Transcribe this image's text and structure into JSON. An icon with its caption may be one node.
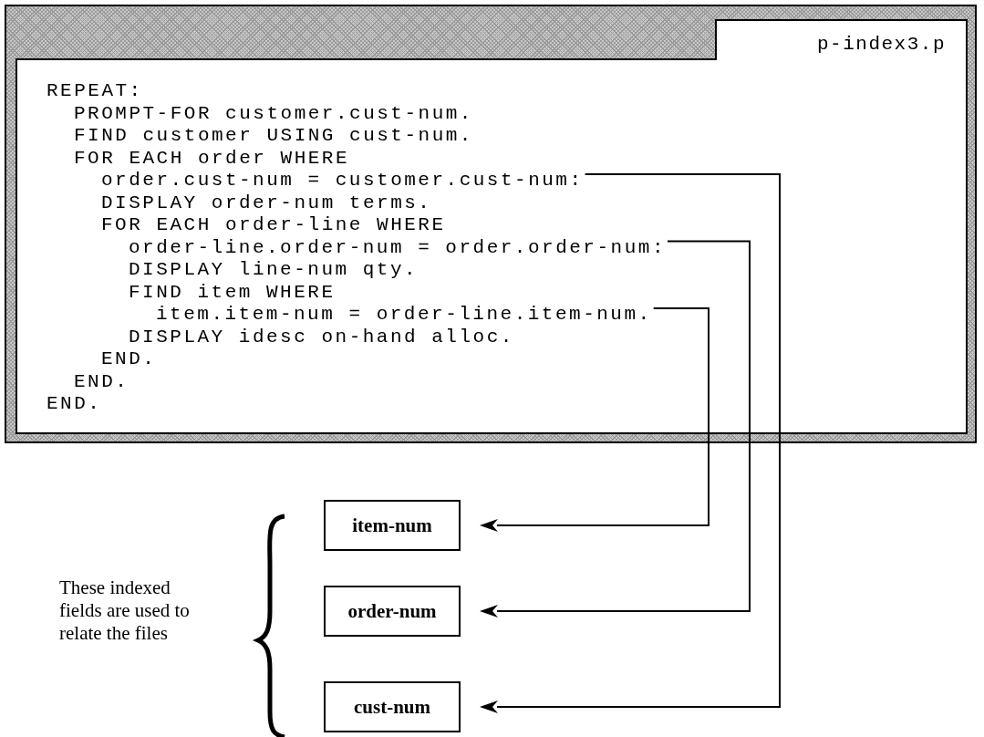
{
  "diagram": {
    "nodes": [
      {
        "text": [
          "p-index3.p"
        ]
      },
      {
        "text": [
          "order.cust-num = customer.cust-num:"
        ],
        "in": 0
      },
      {
        "text": [
          "order-line.order-num = order.order-num:"
        ],
        "in": 0
      },
      {
        "text": [
          "item.item-num = order-line.item-num."
        ],
        "in": 0
      },
      {
        "text": [
          "item-num"
        ]
      },
      {
        "text": [
          "order-num"
        ]
      },
      {
        "text": [
          "cust-num"
        ]
      }
    ],
    "edges": [
      {
        "from": 1,
        "to": 6,
        "arrow": "to"
      },
      {
        "from": 2,
        "to": 5,
        "arrow": "to"
      },
      {
        "from": 3,
        "to": 4,
        "arrow": "to"
      }
    ],
    "labels": [
      "REPEAT:",
      "PROMPT-FOR customer.cust-num.",
      "FIND customer USING cust-num.",
      "FOR EACH order WHERE",
      "DISPLAY order-num terms.",
      "FOR EACH order-line WHERE",
      "DISPLAY line-num qty.",
      "FIND item WHERE",
      "DISPLAY idesc on-hand alloc.",
      "END.",
      "END.",
      "END.",
      "These indexed fields are used to relate the files"
    ]
  }
}
